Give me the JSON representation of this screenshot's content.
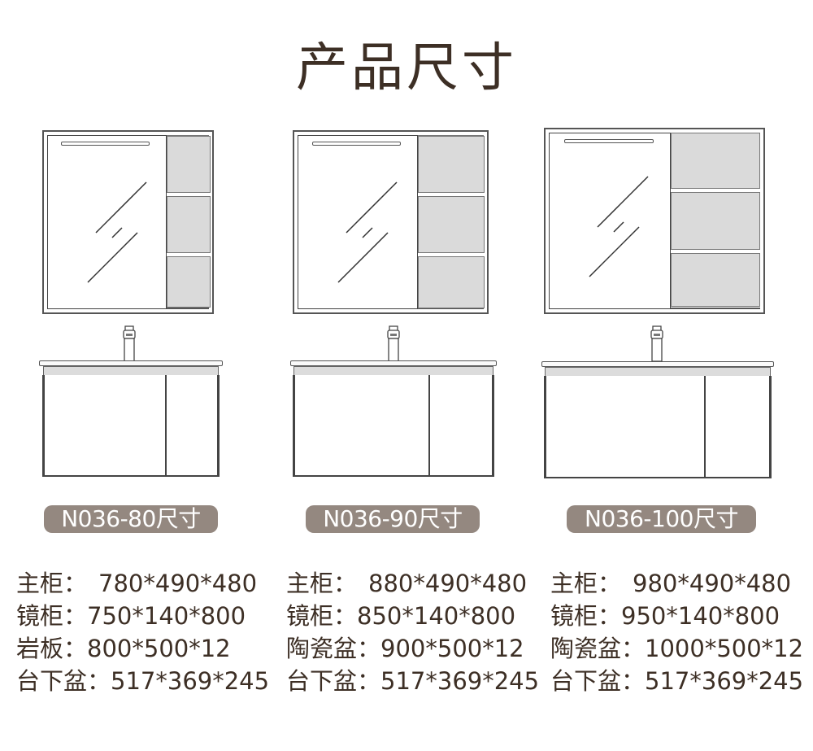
{
  "title": "产品尺寸",
  "colors": {
    "text": "#3d2f25",
    "pill_bg": "#948880",
    "pill_text": "#ffffff",
    "shelf_fill": "#dadada",
    "line": "#444444"
  },
  "products": [
    {
      "model_label": "N036-80尺寸",
      "specs": [
        {
          "label": "主柜：",
          "value": "780*490*480"
        },
        {
          "label": "镜柜：",
          "value": "750*140*800"
        },
        {
          "label": "岩板：",
          "value": "800*500*12"
        },
        {
          "label": "台下盆：",
          "value": "517*369*245"
        }
      ]
    },
    {
      "model_label": "N036-90尺寸",
      "specs": [
        {
          "label": "主柜：",
          "value": "880*490*480"
        },
        {
          "label": "镜柜：",
          "value": "850*140*800"
        },
        {
          "label": "陶瓷盆：",
          "value": "900*500*12"
        },
        {
          "label": "台下盆：",
          "value": "517*369*245"
        }
      ]
    },
    {
      "model_label": "N036-100尺寸",
      "specs": [
        {
          "label": "主柜：",
          "value": "980*490*480"
        },
        {
          "label": "镜柜：",
          "value": "950*140*800"
        },
        {
          "label": "陶瓷盆：",
          "value": "1000*500*12"
        },
        {
          "label": "台下盆：",
          "value": "517*369*245"
        }
      ]
    }
  ]
}
